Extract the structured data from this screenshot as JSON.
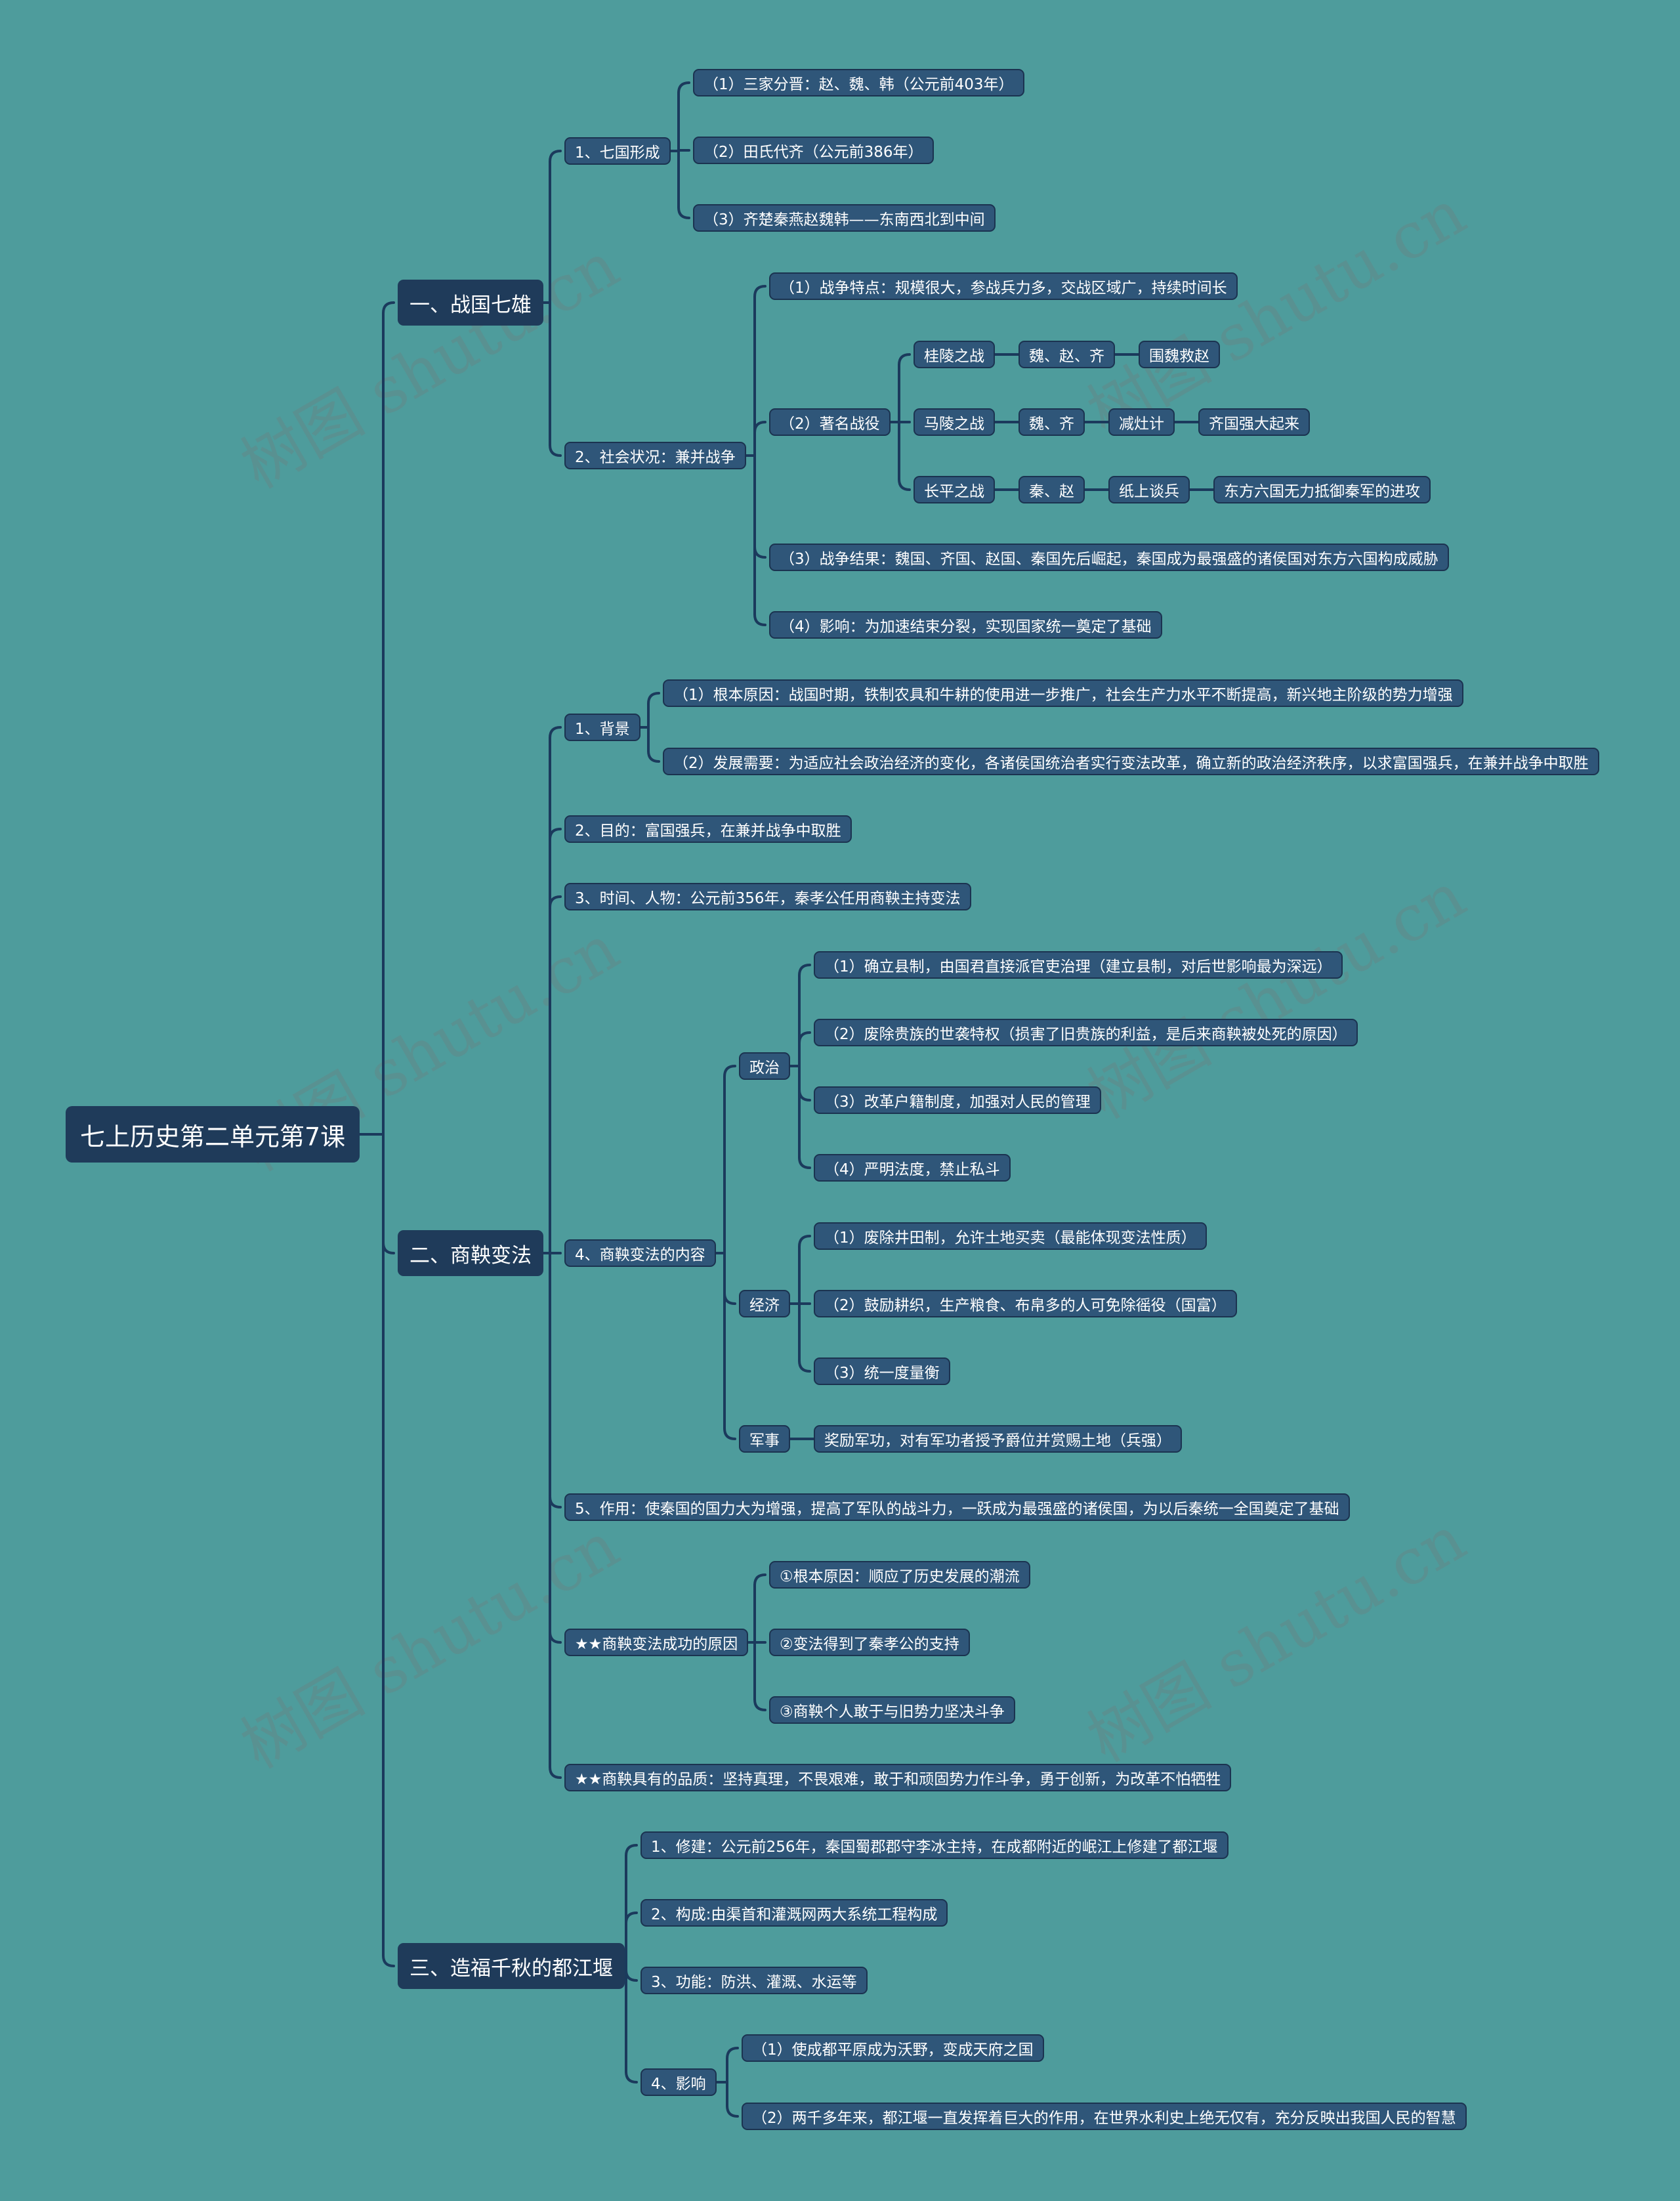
{
  "root": "七上历史第二单元第7课",
  "sections": [
    {
      "label": "一、战国七雄",
      "children": [
        {
          "label": "1、七国形成",
          "children": [
            {
              "label": "（1）三家分晋：赵、魏、韩（公元前403年）"
            },
            {
              "label": "（2）田氏代齐（公元前386年）"
            },
            {
              "label": "（3）齐楚秦燕赵魏韩——东南西北到中间"
            }
          ]
        },
        {
          "label": "2、社会状况：兼并战争",
          "children": [
            {
              "label": "（1）战争特点：规模很大，参战兵力多，交战区域广，持续时间长"
            },
            {
              "label": "（2）著名战役",
              "children": [
                {
                  "label": "桂陵之战",
                  "chain": [
                    "魏、赵、齐",
                    "围魏救赵"
                  ]
                },
                {
                  "label": "马陵之战",
                  "chain": [
                    "魏、齐",
                    "减灶计",
                    "齐国强大起来"
                  ]
                },
                {
                  "label": "长平之战",
                  "chain": [
                    "秦、赵",
                    "纸上谈兵",
                    "东方六国无力抵御秦军的进攻"
                  ]
                }
              ]
            },
            {
              "label": "（3）战争结果：魏国、齐国、赵国、秦国先后崛起，秦国成为最强盛的诸侯国对东方六国构成威胁"
            },
            {
              "label": "（4）影响：为加速结束分裂，实现国家统一奠定了基础"
            }
          ]
        }
      ]
    },
    {
      "label": "二、商鞅变法",
      "children": [
        {
          "label": "1、背景",
          "children": [
            {
              "label": "（1）根本原因：战国时期，铁制农具和牛耕的使用进一步推广，社会生产力水平不断提高，新兴地主阶级的势力增强"
            },
            {
              "label": "（2）发展需要：为适应社会政治经济的变化，各诸侯国统治者实行变法改革，确立新的政治经济秩序，以求富国强兵，在兼并战争中取胜"
            }
          ]
        },
        {
          "label": "2、目的：富国强兵，在兼并战争中取胜"
        },
        {
          "label": "3、时间、人物：公元前356年，秦孝公任用商鞅主持变法"
        },
        {
          "label": "4、商鞅变法的内容",
          "children": [
            {
              "label": "政治",
              "children": [
                {
                  "label": "（1）确立县制，由国君直接派官吏治理（建立县制，对后世影响最为深远）"
                },
                {
                  "label": "（2）废除贵族的世袭特权（损害了旧贵族的利益，是后来商鞅被处死的原因）"
                },
                {
                  "label": "（3）改革户籍制度，加强对人民的管理"
                },
                {
                  "label": "（4）严明法度，禁止私斗"
                }
              ]
            },
            {
              "label": "经济",
              "children": [
                {
                  "label": "（1）废除井田制，允许土地买卖（最能体现变法性质）"
                },
                {
                  "label": "（2）鼓励耕织，生产粮食、布帛多的人可免除徭役（国富）"
                },
                {
                  "label": "（3）统一度量衡"
                }
              ]
            },
            {
              "label": "军事",
              "chain": [
                "奖励军功，对有军功者授予爵位并赏赐土地（兵强）"
              ]
            }
          ]
        },
        {
          "label": "5、作用：使秦国的国力大为增强，提高了军队的战斗力，一跃成为最强盛的诸侯国，为以后秦统一全国奠定了基础"
        },
        {
          "label": "★★商鞅变法成功的原因",
          "children": [
            {
              "label": "①根本原因：顺应了历史发展的潮流"
            },
            {
              "label": "②变法得到了秦孝公的支持"
            },
            {
              "label": "③商鞅个人敢于与旧势力坚决斗争"
            }
          ]
        },
        {
          "label": "★★商鞅具有的品质：坚持真理，不畏艰难，敢于和顽固势力作斗争，勇于创新，为改革不怕牺牲"
        }
      ]
    },
    {
      "label": "三、造福千秋的都江堰",
      "children": [
        {
          "label": "1、修建：公元前256年，秦国蜀郡郡守李冰主持，在成都附近的岷江上修建了都江堰"
        },
        {
          "label": "2、构成:由渠首和灌溉网两大系统工程构成"
        },
        {
          "label": "3、功能：防洪、灌溉、水运等"
        },
        {
          "label": "4、影响",
          "children": [
            {
              "label": "（1）使成都平原成为沃野，变成天府之国"
            },
            {
              "label": "（2）两千多年来，都江堰一直发挥着巨大的作用，在世界水利史上绝无仅有，充分反映出我国人民的智慧"
            }
          ]
        }
      ]
    }
  ],
  "watermark": "树图 shutu.cn",
  "colors": {
    "background": "#4e9c9c",
    "line": "#1b3a5c",
    "node": "#2f5679",
    "section": "#1f3b5a"
  }
}
